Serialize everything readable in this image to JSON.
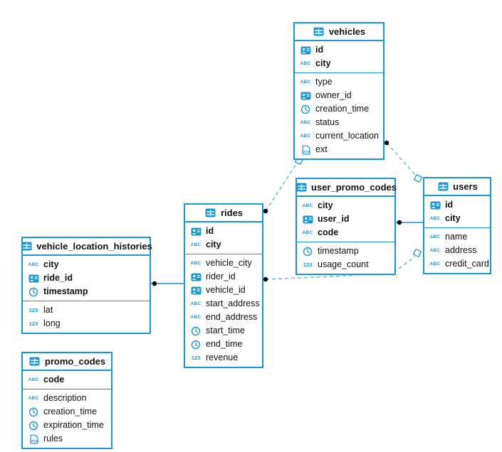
{
  "colors": {
    "accent": "#1897d5",
    "dashed_line": "#5fb8e7",
    "cardinality_dot": "#000000",
    "text": "#131313",
    "background": "#ffffff"
  },
  "icon_labels": {
    "abc": "ABC",
    "number": "123",
    "json": "JSON"
  },
  "tables": [
    {
      "id": "vehicles",
      "title": "vehicles",
      "primary_fields": [
        {
          "name": "id",
          "icon": "id"
        },
        {
          "name": "city",
          "icon": "abc"
        }
      ],
      "fields": [
        {
          "name": "type",
          "icon": "abc"
        },
        {
          "name": "owner_id",
          "icon": "id"
        },
        {
          "name": "creation_time",
          "icon": "clock"
        },
        {
          "name": "status",
          "icon": "abc"
        },
        {
          "name": "current_location",
          "icon": "abc"
        },
        {
          "name": "ext",
          "icon": "json"
        }
      ]
    },
    {
      "id": "user_promo_codes",
      "title": "user_promo_codes",
      "primary_fields": [
        {
          "name": "city",
          "icon": "abc"
        },
        {
          "name": "user_id",
          "icon": "id"
        },
        {
          "name": "code",
          "icon": "abc"
        }
      ],
      "fields": [
        {
          "name": "timestamp",
          "icon": "clock"
        },
        {
          "name": "usage_count",
          "icon": "number"
        }
      ]
    },
    {
      "id": "users",
      "title": "users",
      "primary_fields": [
        {
          "name": "id",
          "icon": "id"
        },
        {
          "name": "city",
          "icon": "abc"
        }
      ],
      "fields": [
        {
          "name": "name",
          "icon": "abc"
        },
        {
          "name": "address",
          "icon": "abc"
        },
        {
          "name": "credit_card",
          "icon": "abc"
        }
      ]
    },
    {
      "id": "rides",
      "title": "rides",
      "primary_fields": [
        {
          "name": "id",
          "icon": "id"
        },
        {
          "name": "city",
          "icon": "abc"
        }
      ],
      "fields": [
        {
          "name": "vehicle_city",
          "icon": "abc"
        },
        {
          "name": "rider_id",
          "icon": "id"
        },
        {
          "name": "vehicle_id",
          "icon": "id"
        },
        {
          "name": "start_address",
          "icon": "abc"
        },
        {
          "name": "end_address",
          "icon": "abc"
        },
        {
          "name": "start_time",
          "icon": "clock"
        },
        {
          "name": "end_time",
          "icon": "clock"
        },
        {
          "name": "revenue",
          "icon": "number"
        }
      ]
    },
    {
      "id": "vehicle_location_histories",
      "title": "vehicle_location_histories",
      "primary_fields": [
        {
          "name": "city",
          "icon": "abc"
        },
        {
          "name": "ride_id",
          "icon": "id"
        },
        {
          "name": "timestamp",
          "icon": "clock"
        }
      ],
      "fields": [
        {
          "name": "lat",
          "icon": "number"
        },
        {
          "name": "long",
          "icon": "number"
        }
      ]
    },
    {
      "id": "promo_codes",
      "title": "promo_codes",
      "primary_fields": [
        {
          "name": "code",
          "icon": "abc"
        }
      ],
      "fields": [
        {
          "name": "description",
          "icon": "abc"
        },
        {
          "name": "creation_time",
          "icon": "clock"
        },
        {
          "name": "expiration_time",
          "icon": "clock"
        },
        {
          "name": "rules",
          "icon": "json"
        }
      ]
    }
  ],
  "relationships": [
    {
      "from": "vehicle_location_histories",
      "to": "rides",
      "style": "solid"
    },
    {
      "from": "user_promo_codes",
      "to": "users",
      "style": "solid"
    },
    {
      "from": "rides",
      "to": "vehicles",
      "style": "dashed"
    },
    {
      "from": "vehicles",
      "to": "users",
      "style": "dashed"
    },
    {
      "from": "rides",
      "to": "users",
      "style": "dashed"
    }
  ]
}
